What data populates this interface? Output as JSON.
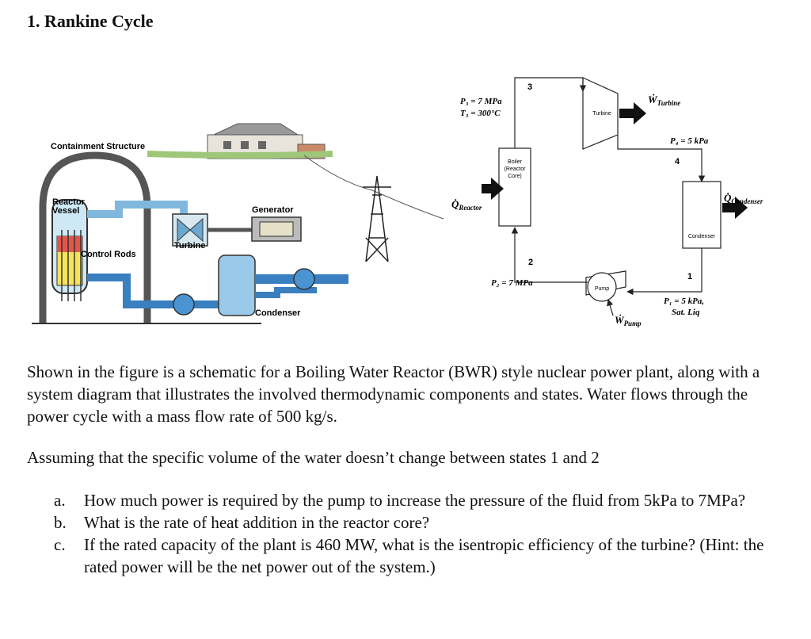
{
  "heading": "1. Rankine Cycle",
  "schematic": {
    "containment": "Containment Structure",
    "reactor_line1": "Reactor",
    "reactor_line2": "Vessel",
    "control_rods": "Control Rods",
    "turbine": "Turbine",
    "generator": "Generator",
    "condenser": "Condenser"
  },
  "cycle": {
    "state3": "3",
    "state2": "2",
    "state4": "4",
    "state1": "1",
    "p3": "P₃ = 7 MPa",
    "t3": "T₃ = 300°C",
    "p4": "P₄ = 5 kPa",
    "p2": "P₂ = 7 MPa",
    "p1": "P₁ = 5 kPa,",
    "sat": "Sat. Liq",
    "q_reactor": "Q̇",
    "q_reactor_sub": "Reactor",
    "q_condenser": "Q̇",
    "q_condenser_sub": "Condenser",
    "w_turbine": "Ẇ",
    "w_turbine_sub": "Turbine",
    "w_pump": "Ẇ",
    "w_pump_sub": "Pump",
    "boiler1": "Boiler",
    "boiler2": "(Reactor",
    "boiler3": "Core)",
    "turbine_box": "Turbine",
    "condenser_box": "Condenser",
    "pump_box": "Pump"
  },
  "para1": "Shown in the figure is a schematic for a Boiling Water Reactor (BWR) style nuclear power plant, along with a system diagram that illustrates the involved thermodynamic components and states. Water flows through the power cycle with a mass flow rate of 500 kg/s.",
  "para2": "Assuming that the specific volume of the water doesn’t change between states 1 and 2",
  "questions": [
    {
      "letter": "a.",
      "text": "How much power is required by the pump to increase the pressure of the fluid from 5kPa to 7MPa?"
    },
    {
      "letter": "b.",
      "text": "What is the rate of heat addition in the reactor core?"
    },
    {
      "letter": "c.",
      "text": "If the rated capacity of the plant is 460 MW, what is the isentropic efficiency of the turbine? (Hint: the rated power will be the net power out of the system.)"
    }
  ]
}
